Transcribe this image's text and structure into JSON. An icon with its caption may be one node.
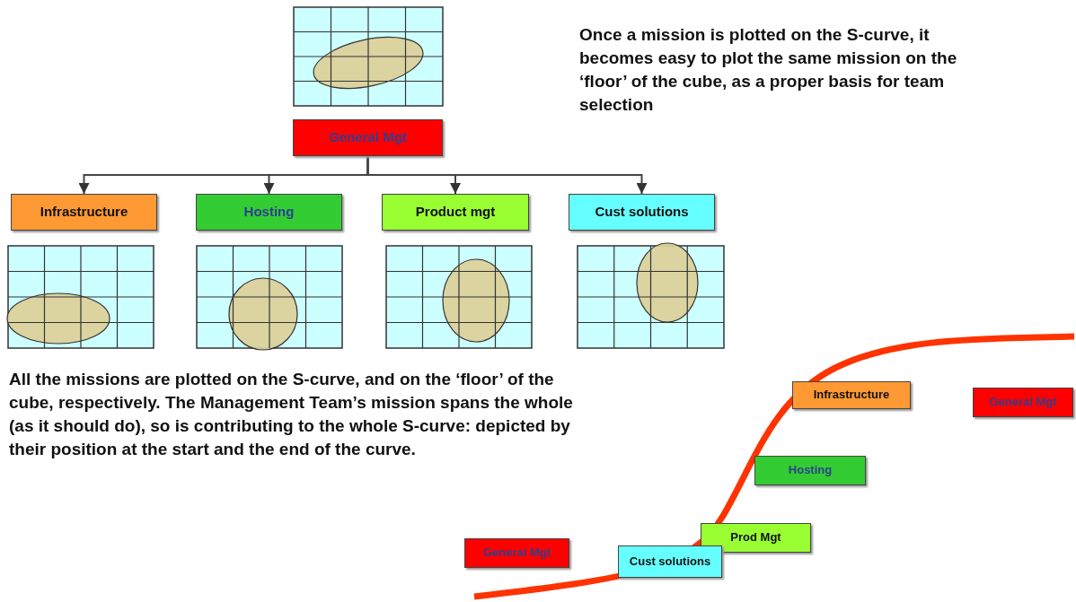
{
  "diagram": {
    "nodes": [
      {
        "text": [
          "General Mgt"
        ]
      },
      {
        "text": [
          "Infrastructure"
        ]
      },
      {
        "text": [
          "Hosting"
        ]
      },
      {
        "text": [
          "Product mgt"
        ]
      },
      {
        "text": [
          "Cust solutions"
        ]
      },
      {
        "text": [
          "Infrastructure"
        ]
      },
      {
        "text": [
          "General Mgt"
        ]
      },
      {
        "text": [
          "Hosting"
        ]
      },
      {
        "text": [
          "Prod Mgt"
        ]
      },
      {
        "text": [
          "General Mgt"
        ]
      },
      {
        "text": [
          "Cust solutions"
        ]
      }
    ],
    "edges": [
      {
        "from": 0,
        "to": 1,
        "arrow": "to"
      },
      {
        "from": 0,
        "to": 2,
        "arrow": "to"
      },
      {
        "from": 0,
        "to": 3,
        "arrow": "to"
      },
      {
        "from": 0,
        "to": 4,
        "arrow": "to"
      }
    ],
    "labels": [
      "Once a mission is plotted on the S-curve, it becomes easy to plot the same mission on the ‘floor’ of the cube, as a proper basis for team selection",
      "All the missions are plotted on the S-curve, and on the ‘floor’ of the cube, respectively. The Management Team’s mission spans the whole (as it should do), so is contributing to the whole S-curve: depicted by their position at the start and the end of the curve."
    ]
  }
}
